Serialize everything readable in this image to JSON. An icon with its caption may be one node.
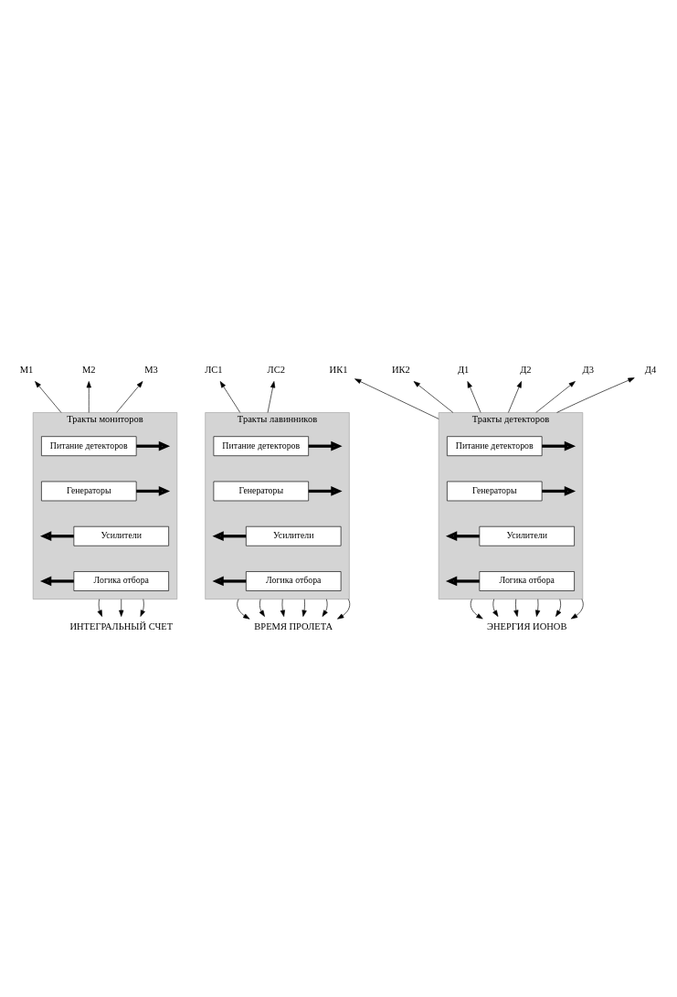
{
  "diagram": {
    "nodes": [
      {
        "text": [
          "Тракты мониторов"
        ]
      },
      {
        "text": [
          "Питание детекторов"
        ],
        "in": 0
      },
      {
        "text": [
          "Генераторы"
        ],
        "in": 0
      },
      {
        "text": [
          "Усилители"
        ],
        "in": 0
      },
      {
        "text": [
          "Логика отбора"
        ],
        "in": 0
      },
      {
        "text": [
          "Тракты лавинников"
        ]
      },
      {
        "text": [
          "Питание детекторов"
        ],
        "in": 5
      },
      {
        "text": [
          "Генераторы"
        ],
        "in": 5
      },
      {
        "text": [
          "Усилители"
        ],
        "in": 5
      },
      {
        "text": [
          "Логика отбора"
        ],
        "in": 5
      },
      {
        "text": [
          "Тракты детекторов"
        ]
      },
      {
        "text": [
          "Питание детекторов"
        ],
        "in": 10
      },
      {
        "text": [
          "Генераторы"
        ],
        "in": 10
      },
      {
        "text": [
          "Усилители"
        ],
        "in": 10
      },
      {
        "text": [
          "Логика отбора"
        ],
        "in": 10
      },
      {
        "text": [
          "М1"
        ]
      },
      {
        "text": [
          "М2"
        ]
      },
      {
        "text": [
          "М3"
        ]
      },
      {
        "text": [
          "ЛС1"
        ]
      },
      {
        "text": [
          "ЛС2"
        ]
      },
      {
        "text": [
          "ИК1"
        ]
      },
      {
        "text": [
          "ИК2"
        ]
      },
      {
        "text": [
          "Д1"
        ]
      },
      {
        "text": [
          "Д2"
        ]
      },
      {
        "text": [
          "Д3"
        ]
      },
      {
        "text": [
          "Д4"
        ]
      },
      {
        "text": [
          "ИНТЕГРАЛЬНЫЙ СЧЕТ"
        ]
      },
      {
        "text": [
          "ВРЕМЯ ПРОЛЕТА"
        ]
      },
      {
        "text": [
          "ЭНЕРГИЯ ИОНОВ"
        ]
      }
    ],
    "edges": [
      {
        "from": 0,
        "to": 15,
        "arrow": "to"
      },
      {
        "from": 0,
        "to": 16,
        "arrow": "to"
      },
      {
        "from": 0,
        "to": 17,
        "arrow": "to"
      },
      {
        "from": 5,
        "to": 18,
        "arrow": "to"
      },
      {
        "from": 5,
        "to": 19,
        "arrow": "to"
      },
      {
        "from": 10,
        "to": 20,
        "arrow": "to"
      },
      {
        "from": 10,
        "to": 21,
        "arrow": "to"
      },
      {
        "from": 10,
        "to": 22,
        "arrow": "to"
      },
      {
        "from": 10,
        "to": 23,
        "arrow": "to"
      },
      {
        "from": 10,
        "to": 24,
        "arrow": "to"
      },
      {
        "from": 10,
        "to": 25,
        "arrow": "to"
      },
      {
        "from": 1,
        "to": null,
        "arrow": "to",
        "style": "thick"
      },
      {
        "from": 2,
        "to": null,
        "arrow": "to",
        "style": "thick"
      },
      {
        "from": 3,
        "to": null,
        "arrow": "to",
        "style": "thick"
      },
      {
        "from": 4,
        "to": null,
        "arrow": "to",
        "style": "thick"
      },
      {
        "from": 6,
        "to": null,
        "arrow": "to",
        "style": "thick"
      },
      {
        "from": 7,
        "to": null,
        "arrow": "to",
        "style": "thick"
      },
      {
        "from": 8,
        "to": null,
        "arrow": "to",
        "style": "thick"
      },
      {
        "from": 9,
        "to": null,
        "arrow": "to",
        "style": "thick"
      },
      {
        "from": 11,
        "to": null,
        "arrow": "to",
        "style": "thick"
      },
      {
        "from": 12,
        "to": null,
        "arrow": "to",
        "style": "thick"
      },
      {
        "from": 13,
        "to": null,
        "arrow": "to",
        "style": "thick"
      },
      {
        "from": 14,
        "to": null,
        "arrow": "to",
        "style": "thick"
      },
      {
        "from": 0,
        "to": 26,
        "arrow": "to"
      },
      {
        "from": 0,
        "to": 26,
        "arrow": "to"
      },
      {
        "from": 0,
        "to": 26,
        "arrow": "to"
      },
      {
        "from": 5,
        "to": 27,
        "arrow": "to"
      },
      {
        "from": 5,
        "to": 27,
        "arrow": "to"
      },
      {
        "from": 5,
        "to": 27,
        "arrow": "to"
      },
      {
        "from": 5,
        "to": 27,
        "arrow": "to"
      },
      {
        "from": 5,
        "to": 27,
        "arrow": "to"
      },
      {
        "from": 5,
        "to": 27,
        "arrow": "to"
      },
      {
        "from": 10,
        "to": 28,
        "arrow": "to"
      },
      {
        "from": 10,
        "to": 28,
        "arrow": "to"
      },
      {
        "from": 10,
        "to": 28,
        "arrow": "to"
      },
      {
        "from": 10,
        "to": 28,
        "arrow": "to"
      },
      {
        "from": 10,
        "to": 28,
        "arrow": "to"
      },
      {
        "from": 10,
        "to": 28,
        "arrow": "to"
      }
    ]
  }
}
